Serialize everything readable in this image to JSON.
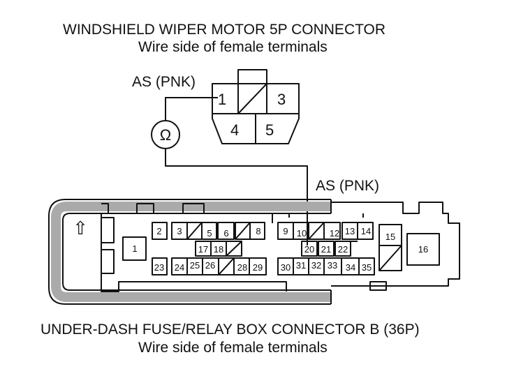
{
  "top_connector": {
    "title": "WINDSHIELD WIPER MOTOR 5P CONNECTOR",
    "subtitle": "Wire side of female terminals",
    "terminals": [
      "1",
      "3",
      "4",
      "5"
    ]
  },
  "meter": {
    "symbol": "Ω",
    "probe_label_top": "AS (PNK)",
    "probe_label_bottom": "AS (PNK)"
  },
  "bottom_connector": {
    "title": "UNDER-DASH FUSE/RELAY BOX CONNECTOR B (36P)",
    "subtitle": "Wire side of female terminals",
    "arrow_glyph": "⇧",
    "terminals": [
      "1",
      "2",
      "3",
      "5",
      "6",
      "8",
      "9",
      "10",
      "12",
      "13",
      "14",
      "15",
      "16",
      "17",
      "18",
      "20",
      "21",
      "22",
      "23",
      "24",
      "25",
      "26",
      "28",
      "29",
      "30",
      "31",
      "32",
      "33",
      "34",
      "35"
    ]
  },
  "colors": {
    "line": "#111111",
    "harness": "#aaaaaa"
  }
}
